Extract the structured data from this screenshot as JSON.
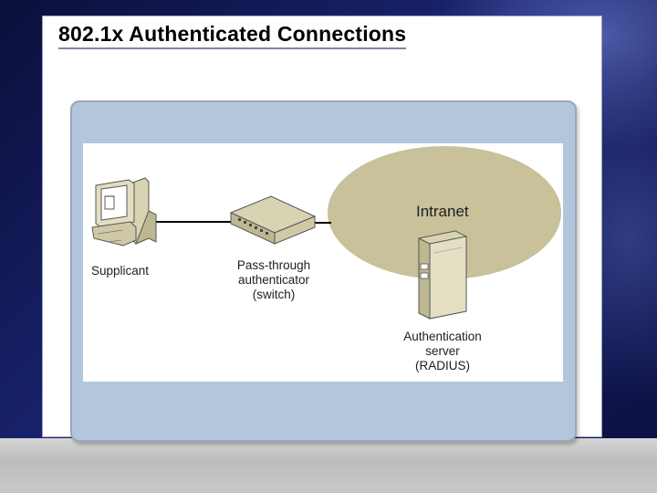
{
  "slide": {
    "title": "802.1x Authenticated Connections"
  },
  "diagram": {
    "cloud_label": "Intranet",
    "nodes": {
      "supplicant": {
        "label": "Supplicant",
        "icon": "desktop-computer-icon"
      },
      "authenticator": {
        "label_lines": [
          "Pass-through",
          "authenticator",
          "(switch)"
        ],
        "icon": "network-switch-icon"
      },
      "server": {
        "label_lines": [
          "Authentication",
          "server",
          "(RADIUS)"
        ],
        "icon": "server-tower-icon"
      }
    },
    "colors": {
      "cloud": "#c8c19a",
      "panel": "#b4c6dc",
      "device_body": "#c9c4a2",
      "connection_line": "#000000"
    }
  }
}
